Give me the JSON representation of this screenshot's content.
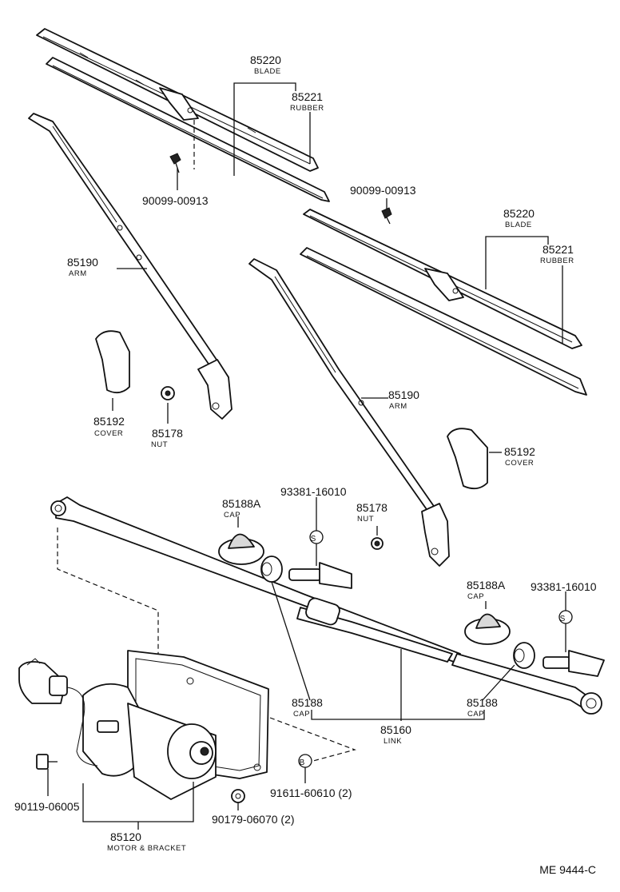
{
  "parts": {
    "blade_left": {
      "number": "85220",
      "name": "BLADE"
    },
    "rubber_left": {
      "number": "85221",
      "name": "RUBBER"
    },
    "screw_left": {
      "number": "90099-00913"
    },
    "screw_right": {
      "number": "90099-00913"
    },
    "blade_right": {
      "number": "85220",
      "name": "BLADE"
    },
    "rubber_right": {
      "number": "85221",
      "name": "RUBBER"
    },
    "arm_left": {
      "number": "85190",
      "name": "ARM"
    },
    "arm_right": {
      "number": "85190",
      "name": "ARM"
    },
    "cover_left": {
      "number": "85192",
      "name": "COVER"
    },
    "cover_right": {
      "number": "85192",
      "name": "COVER"
    },
    "nut_left": {
      "number": "85178",
      "name": "NUT"
    },
    "nut_right": {
      "number": "85178",
      "name": "NUT"
    },
    "cap_a_left": {
      "number": "85188A",
      "name": "CAP"
    },
    "cap_a_right": {
      "number": "85188A",
      "name": "CAP"
    },
    "pin_left": {
      "number": "93381-16010",
      "marker": "S"
    },
    "pin_right": {
      "number": "93381-16010",
      "marker": "S"
    },
    "cap_left": {
      "number": "85188",
      "name": "CAP"
    },
    "cap_right": {
      "number": "85188",
      "name": "CAP"
    },
    "link": {
      "number": "85160",
      "name": "LINK"
    },
    "bolt_b": {
      "number": "91611-60610 (2)",
      "marker": "B"
    },
    "bolt_motor": {
      "number": "90119-06005"
    },
    "nut_motor": {
      "number": "90179-06070 (2)"
    },
    "motor": {
      "number": "85120",
      "name": "MOTOR & BRACKET"
    }
  },
  "diagram_code": "ME  9444-C"
}
